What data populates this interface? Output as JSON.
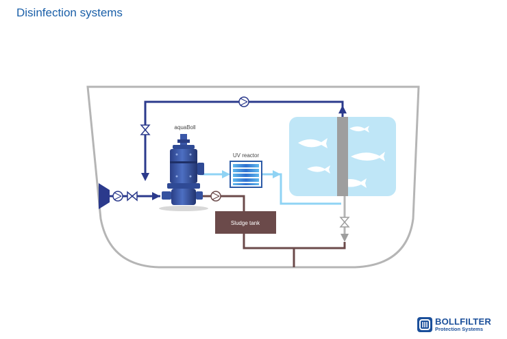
{
  "header": {
    "title": "Disinfection systems"
  },
  "labels": {
    "filter": "aquaBoll",
    "uv_reactor": "UV reactor",
    "sludge_tank": "Sludge tank"
  },
  "brand": {
    "name": "BOLLFILTER",
    "tagline": "Protection Systems"
  },
  "colors": {
    "pipe_dark": "#2b3a8c",
    "pipe_light": "#8fd3f4",
    "sludge": "#6b4a4a",
    "hull": "#b5b5b5",
    "tank_water": "#bfe6f7",
    "divider": "#9e9e9e",
    "brand": "#1b4f9a",
    "title": "#1a5fa8"
  },
  "icons": [
    "pump-icon",
    "valve-icon",
    "fish-icon",
    "bollfilter-logo-icon"
  ]
}
